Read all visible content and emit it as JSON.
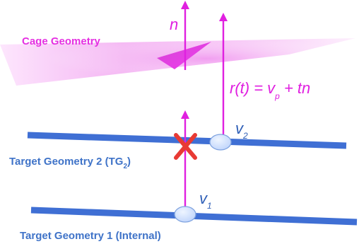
{
  "labels": {
    "cage_geometry": "Cage Geometry",
    "normal": "n",
    "ray_equation": {
      "prefix": "r(t) = v",
      "subscript": "p",
      "suffix": " + tn"
    },
    "vertex_2": {
      "base": "v",
      "subscript": "2"
    },
    "vertex_1": {
      "base": "v",
      "subscript": "1"
    },
    "target_geometry_2": {
      "prefix": "Target Geometry 2 (TG",
      "subscript": "2",
      "suffix": ")"
    },
    "target_geometry_1": "Target Geometry 1 (Internal)"
  },
  "icons": {
    "blocked_marker": "red-x-icon"
  },
  "colors": {
    "magenta": "#e020e0",
    "label_blue": "#3f73c8",
    "plane_pink": "#f3a7f2",
    "plane_shadow": "#d85bd8",
    "line_blue": "#3f6fd4",
    "vertex_fill": "#c9dcff",
    "vertex_stroke": "#7fa3df",
    "x_red": "#e83a34"
  }
}
